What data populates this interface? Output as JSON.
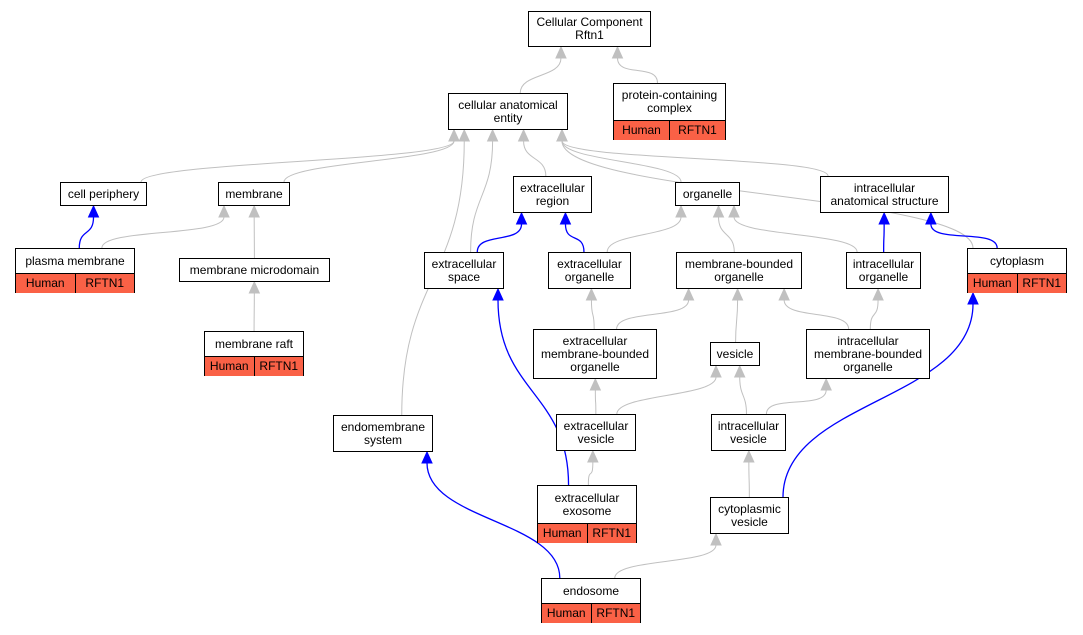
{
  "colors": {
    "is_a_edge": "#c0c0c0",
    "part_of_edge": "#0000ff",
    "annotation_fill": "#fa6146",
    "node_border": "#000000"
  },
  "legend_species": "Human",
  "nodes": {
    "root": {
      "label": "Cellular Component\nRftn1"
    },
    "cae": {
      "label": "cellular anatomical\nentity"
    },
    "pcc": {
      "label": "protein-containing\ncomplex",
      "annotation": "RFTN1"
    },
    "cellperiph": {
      "label": "cell periphery"
    },
    "membrane": {
      "label": "membrane"
    },
    "excreg": {
      "label": "extracellular\nregion"
    },
    "organelle": {
      "label": "organelle"
    },
    "ias": {
      "label": "intracellular\nanatomical structure"
    },
    "plasmamem": {
      "label": "plasma membrane",
      "annotation": "RFTN1"
    },
    "memmicro": {
      "label": "membrane microdomain"
    },
    "excspace": {
      "label": "extracellular\nspace"
    },
    "excorg": {
      "label": "extracellular\norganelle"
    },
    "mbo": {
      "label": "membrane-bounded\norganelle"
    },
    "intorg": {
      "label": "intracellular\norganelle"
    },
    "cytoplasm": {
      "label": "cytoplasm",
      "annotation": "RFTN1"
    },
    "memraft": {
      "label": "membrane raft",
      "annotation": "RFTN1"
    },
    "excmbo": {
      "label": "extracellular\nmembrane-bounded\norganelle"
    },
    "vesicle": {
      "label": "vesicle"
    },
    "intmbo": {
      "label": "intracellular\nmembrane-bounded\norganelle"
    },
    "endomem": {
      "label": "endomembrane\nsystem"
    },
    "excves": {
      "label": "extracellular\nvesicle"
    },
    "intves": {
      "label": "intracellular\nvesicle"
    },
    "exosome": {
      "label": "extracellular\nexosome",
      "annotation": "RFTN1"
    },
    "cytoves": {
      "label": "cytoplasmic\nvesicle"
    },
    "endosome": {
      "label": "endosome",
      "annotation": "RFTN1"
    }
  },
  "edges": [
    {
      "from": "cae",
      "to": "root",
      "relation": "is_a"
    },
    {
      "from": "pcc",
      "to": "root",
      "relation": "is_a"
    },
    {
      "from": "cellperiph",
      "to": "cae",
      "relation": "is_a"
    },
    {
      "from": "membrane",
      "to": "cae",
      "relation": "is_a"
    },
    {
      "from": "excreg",
      "to": "cae",
      "relation": "is_a"
    },
    {
      "from": "organelle",
      "to": "cae",
      "relation": "is_a"
    },
    {
      "from": "ias",
      "to": "cae",
      "relation": "is_a"
    },
    {
      "from": "excspace",
      "to": "cae",
      "relation": "is_a"
    },
    {
      "from": "endomem",
      "to": "cae",
      "relation": "is_a"
    },
    {
      "from": "cytoplasm",
      "to": "cae",
      "relation": "is_a"
    },
    {
      "from": "plasmamem",
      "to": "cellperiph",
      "relation": "part_of"
    },
    {
      "from": "plasmamem",
      "to": "membrane",
      "relation": "is_a"
    },
    {
      "from": "memmicro",
      "to": "membrane",
      "relation": "is_a"
    },
    {
      "from": "memraft",
      "to": "memmicro",
      "relation": "is_a"
    },
    {
      "from": "excspace",
      "to": "excreg",
      "relation": "part_of"
    },
    {
      "from": "excorg",
      "to": "excreg",
      "relation": "part_of"
    },
    {
      "from": "excorg",
      "to": "organelle",
      "relation": "is_a"
    },
    {
      "from": "mbo",
      "to": "organelle",
      "relation": "is_a"
    },
    {
      "from": "intorg",
      "to": "organelle",
      "relation": "is_a"
    },
    {
      "from": "intorg",
      "to": "ias",
      "relation": "part_of"
    },
    {
      "from": "cytoplasm",
      "to": "ias",
      "relation": "part_of"
    },
    {
      "from": "excmbo",
      "to": "excorg",
      "relation": "is_a"
    },
    {
      "from": "excmbo",
      "to": "mbo",
      "relation": "is_a"
    },
    {
      "from": "vesicle",
      "to": "mbo",
      "relation": "is_a"
    },
    {
      "from": "intmbo",
      "to": "mbo",
      "relation": "is_a"
    },
    {
      "from": "intmbo",
      "to": "intorg",
      "relation": "is_a"
    },
    {
      "from": "excves",
      "to": "excmbo",
      "relation": "is_a"
    },
    {
      "from": "excves",
      "to": "vesicle",
      "relation": "is_a"
    },
    {
      "from": "intves",
      "to": "vesicle",
      "relation": "is_a"
    },
    {
      "from": "intves",
      "to": "intmbo",
      "relation": "is_a"
    },
    {
      "from": "exosome",
      "to": "excves",
      "relation": "is_a"
    },
    {
      "from": "exosome",
      "to": "excspace",
      "relation": "part_of"
    },
    {
      "from": "cytoves",
      "to": "intves",
      "relation": "is_a"
    },
    {
      "from": "cytoves",
      "to": "cytoplasm",
      "relation": "part_of"
    },
    {
      "from": "endosome",
      "to": "cytoves",
      "relation": "is_a"
    },
    {
      "from": "endosome",
      "to": "endomem",
      "relation": "part_of"
    }
  ]
}
